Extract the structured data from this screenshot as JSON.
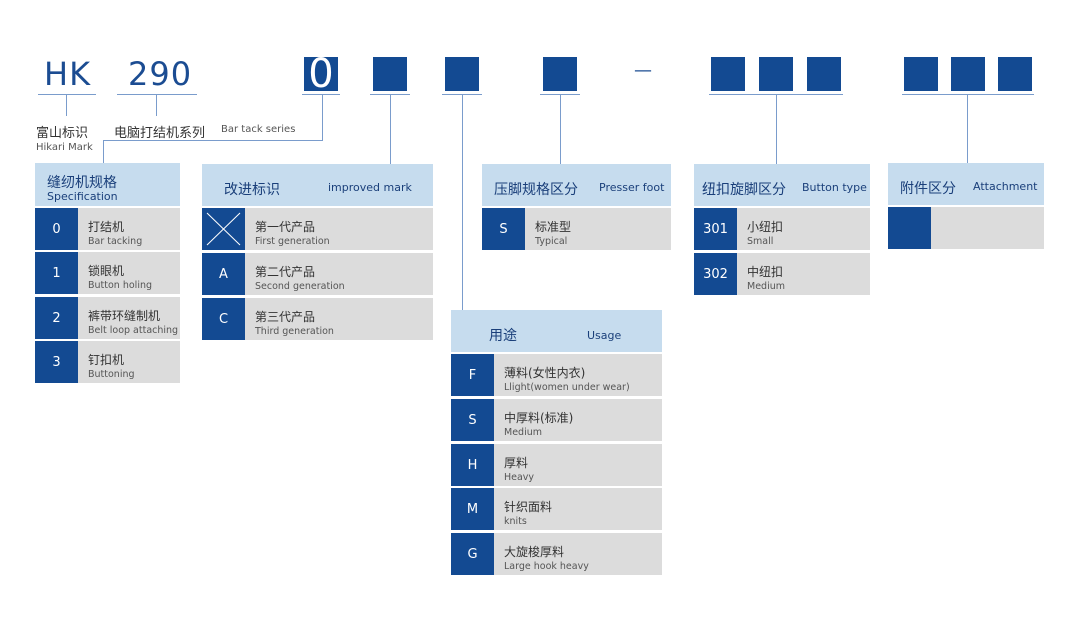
{
  "model_code": {
    "prefix": "HK",
    "series": "290",
    "first_digit": "0",
    "dash": "—"
  },
  "labels": {
    "mark_cn": "富山标识",
    "mark_en": "Hikari Mark",
    "series_cn": "电脑打结机系列",
    "series_en": "Bar tack series"
  },
  "specification": {
    "title_cn": "缝纫机规格",
    "title_en": "Specification",
    "rows": [
      {
        "code": "0",
        "cn": "打结机",
        "en": "Bar tacking"
      },
      {
        "code": "1",
        "cn": "锁眼机",
        "en": "Button holing"
      },
      {
        "code": "2",
        "cn": "裤带环缝制机",
        "en": "Belt loop attaching"
      },
      {
        "code": "3",
        "cn": "钉扣机",
        "en": "Buttoning"
      }
    ]
  },
  "improved": {
    "title_cn": "改进标识",
    "title_en": "improved mark",
    "rows": [
      {
        "code": "",
        "cn": "第一代产品",
        "en": "First generation"
      },
      {
        "code": "A",
        "cn": "第二代产品",
        "en": "Second generation"
      },
      {
        "code": "C",
        "cn": "第三代产品",
        "en": "Third generation"
      }
    ]
  },
  "usage": {
    "title_cn": "用途",
    "title_en": "Usage",
    "rows": [
      {
        "code": "F",
        "cn": "薄料(女性内衣)",
        "en": "Llight(women under wear)"
      },
      {
        "code": "S",
        "cn": "中厚料(标准)",
        "en": "Medium"
      },
      {
        "code": "H",
        "cn": "厚料",
        "en": "Heavy"
      },
      {
        "code": "M",
        "cn": "针织面料",
        "en": "knits"
      },
      {
        "code": "G",
        "cn": "大旋梭厚料",
        "en": "Large hook heavy"
      }
    ]
  },
  "presser": {
    "title_cn": "压脚规格区分",
    "title_en": "Presser foot",
    "rows": [
      {
        "code": "S",
        "cn": "标准型",
        "en": "Typical"
      }
    ]
  },
  "button": {
    "title_cn": "纽扣旋脚区分",
    "title_en": "Button type",
    "rows": [
      {
        "code": "301",
        "cn": "小纽扣",
        "en": "Small"
      },
      {
        "code": "302",
        "cn": "中纽扣",
        "en": "Medium"
      }
    ]
  },
  "attachment": {
    "title_cn": "附件区分",
    "title_en": "Attachment",
    "rows": [
      {
        "code": "",
        "cn": "",
        "en": ""
      }
    ]
  },
  "colors": {
    "dark_blue": "#134a92",
    "header_blue": "#c6dcee",
    "row_gray": "#dcdcdc",
    "line_blue": "#7a9ccc"
  }
}
